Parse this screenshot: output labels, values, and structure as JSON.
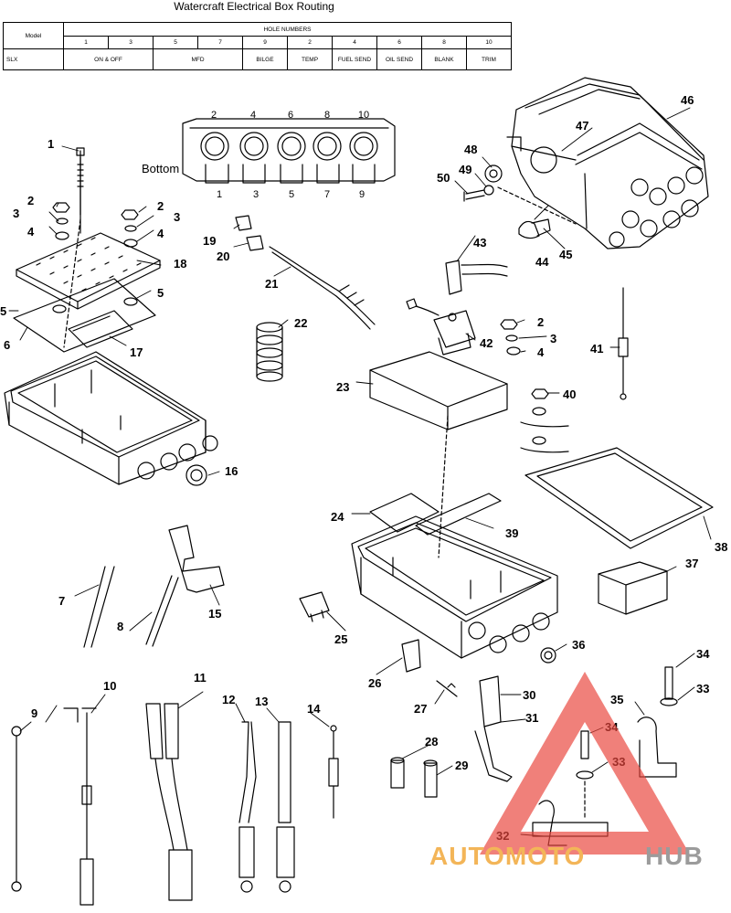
{
  "title": "Watercraft Electrical Box Routing",
  "table": {
    "model_header": "Model",
    "hole_numbers_header": "HOLE NUMBERS",
    "hole_numbers": [
      "1",
      "3",
      "5",
      "7",
      "9",
      "2",
      "4",
      "6",
      "8",
      "10"
    ],
    "row": {
      "model": "SLX",
      "cells": [
        "ON & OFF",
        "MFD",
        "BILGE",
        "TEMP",
        "FUEL SEND",
        "OIL SEND",
        "BLANK",
        "TRIM"
      ]
    }
  },
  "connector_view": {
    "label": "Bottom",
    "top_numbers": [
      "2",
      "4",
      "6",
      "8",
      "10"
    ],
    "bottom_numbers": [
      "1",
      "3",
      "5",
      "7",
      "9"
    ]
  },
  "callouts": {
    "c1": "1",
    "c2a": "2",
    "c2b": "2",
    "c2c": "2",
    "c3a": "3",
    "c3b": "3",
    "c3c": "3",
    "c4a": "4",
    "c4b": "4",
    "c4c": "4",
    "c5a": "5",
    "c5b": "5",
    "c6": "6",
    "c7": "7",
    "c8": "8",
    "c9": "9",
    "c10": "10",
    "c11": "11",
    "c12": "12",
    "c13": "13",
    "c14": "14",
    "c15": "15",
    "c16": "16",
    "c17": "17",
    "c18": "18",
    "c19": "19",
    "c20": "20",
    "c21": "21",
    "c22": "22",
    "c23": "23",
    "c24": "24",
    "c25": "25",
    "c26": "26",
    "c27": "27",
    "c28": "28",
    "c29": "29",
    "c30": "30",
    "c31": "31",
    "c32": "32",
    "c33a": "33",
    "c33b": "33",
    "c34a": "34",
    "c34b": "34",
    "c35": "35",
    "c36": "36",
    "c37": "37",
    "c38": "38",
    "c39": "39",
    "c40": "40",
    "c41": "41",
    "c42": "42",
    "c43": "43",
    "c44": "44",
    "c45": "45",
    "c46": "46",
    "c47": "47",
    "c48": "48",
    "c49": "49",
    "c50": "50"
  },
  "watermark": {
    "part1": "AUTOMOTO",
    "part2": "HUB"
  },
  "colors": {
    "watermark_red": "#e8453c",
    "watermark_orange": "#f2a93b",
    "watermark_gray": "#8a8a8a",
    "line": "#000000"
  }
}
